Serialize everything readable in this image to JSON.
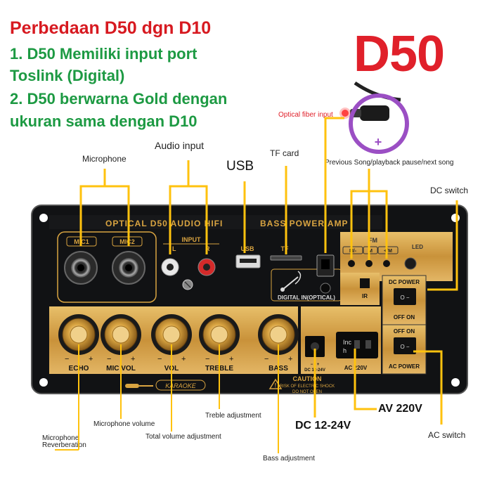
{
  "headline": {
    "title": "Perbedaan D50 dgn D10",
    "point1_line1": "1.  D50 Memiliki input port",
    "point1_line2": "Toslink (Digital)",
    "point2_line1": "2.  D50 berwarna Gold dengan",
    "point2_line2": "ukuran sama dengan D10",
    "model": "D50"
  },
  "colors": {
    "title_red": "#d71920",
    "model_red": "#e0202a",
    "green": "#1d9a43",
    "gold": "#d9a441",
    "callout": "#ffc20e",
    "circle": "#9b4fc4"
  },
  "callouts": {
    "optical": "Optical fiber input",
    "audio_input": "Audio input",
    "microphone": "Microphone",
    "usb": "USB",
    "tf_card": "TF card",
    "prev_play_next": "Previous Song/playback pause/next song",
    "dc_switch": "DC switch",
    "treble_adj": "Treble adjustment",
    "mic_volume": "Microphone volume",
    "mic_reverb_1": "Microphone",
    "mic_reverb_2": "Reverberation",
    "total_volume": "Total volume adjustment",
    "bass_adj": "Bass adjustment",
    "dc_12_24": "DC 12-24V",
    "av_220": "AV 220V",
    "ac_switch": "AC switch"
  },
  "board": {
    "header_left": "OPTICAL D50 AUDIO HIFI",
    "header_right": "BASS POWER AMP",
    "mic1": "MIC1",
    "mic2": "MIC2",
    "input": "INPUT",
    "left_ch": "L",
    "right_ch": "R",
    "usb": "USB",
    "tf": "TF",
    "fm": "FM",
    "btn_prev": "M/-",
    "btn_play": "M",
    "btn_next": "+/M",
    "led": "LED",
    "ir": "IR",
    "digital": "DIGITAL IN(OPTICAL)",
    "dc_power": "DC POWER",
    "ac_power": "AC POWER",
    "off_on_1": "OFF   ON",
    "off_on_2": "OFF   ON",
    "switch_mark": "O  −",
    "knobs": [
      "ECHO",
      "MIC VOL",
      "VOL",
      "TREBLE",
      "BASS"
    ],
    "minus": "−",
    "plus": "+",
    "karaoke": "KARAOKE",
    "dc_jack_label": "DC 12-24V",
    "ac_socket_text_1": "Inc",
    "ac_socket_text_2": "h",
    "ac_socket_label": "AC 220V",
    "caution": "CAUTION",
    "caution_1": "RISK OF ELECTRIC SHOCK",
    "caution_2": "DO NOT OPEN",
    "polarity": "− • +"
  },
  "icons": [
    "microphone-icon",
    "warning-icon",
    "optical-plug-icon",
    "optical-sign-icon"
  ]
}
